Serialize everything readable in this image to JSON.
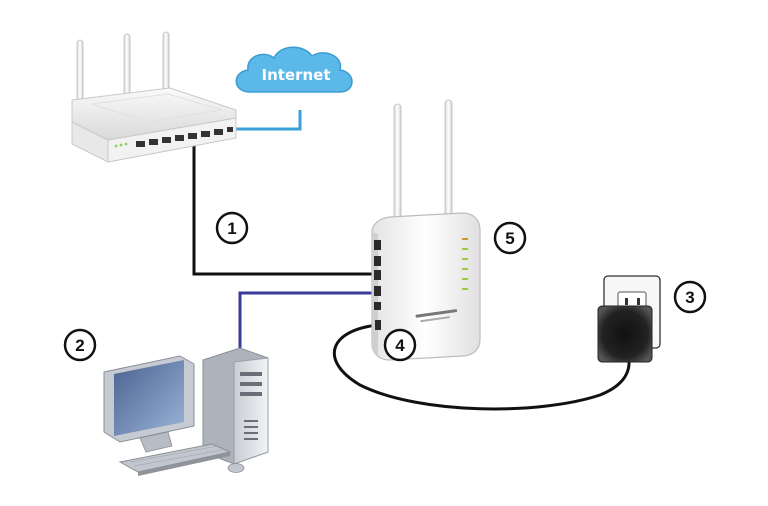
{
  "diagram": {
    "cloud_label": "Internet",
    "callouts": [
      {
        "id": "1",
        "label": "1"
      },
      {
        "id": "2",
        "label": "2"
      },
      {
        "id": "3",
        "label": "3"
      },
      {
        "id": "4",
        "label": "4"
      },
      {
        "id": "5",
        "label": "5"
      }
    ],
    "colors": {
      "cloud": "#5bb8e8",
      "internet_cable": "#3aa0d8",
      "lan_cable": "#111111",
      "pc_cable": "#3a3a9a",
      "power_cable": "#111111"
    }
  }
}
